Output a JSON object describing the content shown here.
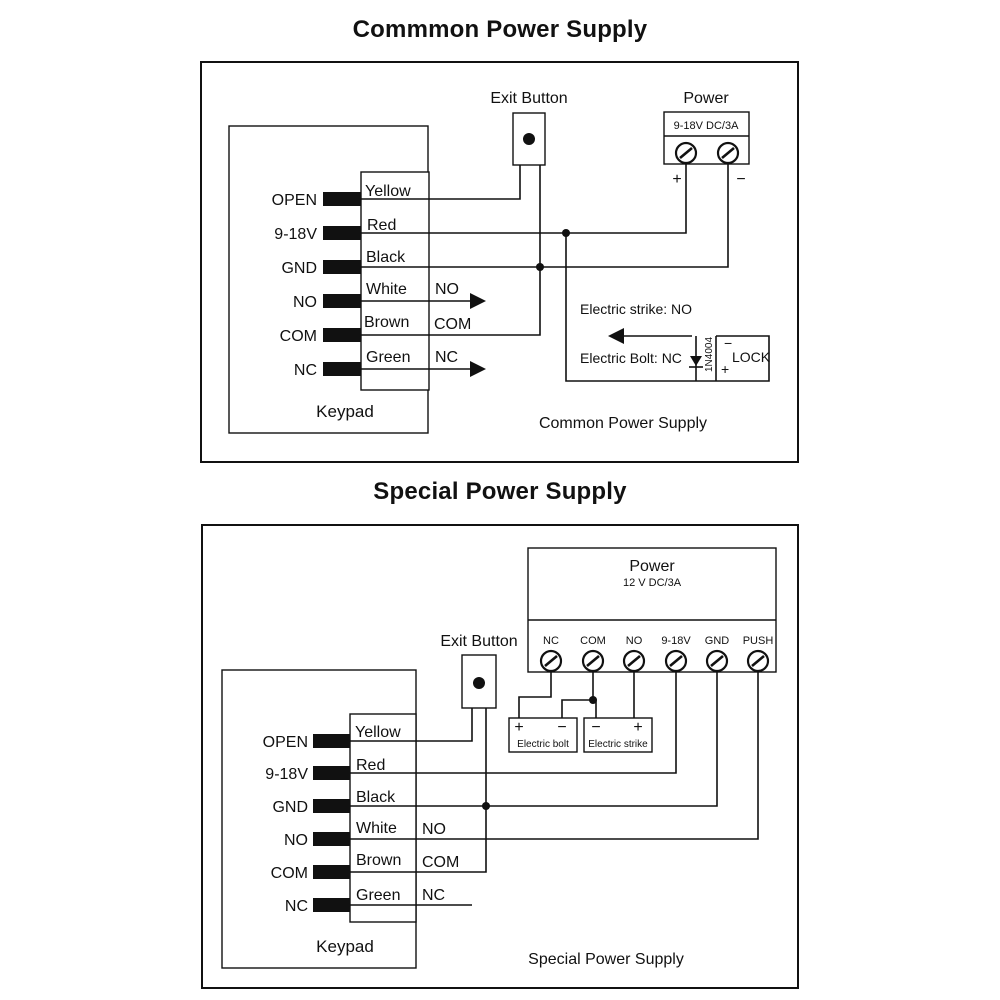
{
  "titles": {
    "top": "Commmon Power Supply",
    "bottom": "Special Power Supply"
  },
  "common": {
    "exit_button": "Exit Button",
    "power": {
      "title": "Power",
      "spec": "9-18V  DC/3A",
      "plus": "+",
      "minus": "−"
    },
    "keypad": {
      "label": "Keypad",
      "pins": [
        "OPEN",
        "9-18V",
        "GND",
        "NO",
        "COM",
        "NC"
      ],
      "wires": [
        "Yellow",
        "Red",
        "Black",
        "White",
        "Brown",
        "Green"
      ]
    },
    "outputs": {
      "no": "NO",
      "com": "COM",
      "nc": "NC"
    },
    "strike_note": "Electric strike: NO",
    "bolt_note": "Electric Bolt: NC",
    "diode": "1N4004",
    "lock": {
      "label": "LOCK",
      "minus": "−",
      "plus": "+"
    },
    "caption": "Common Power Supply"
  },
  "special": {
    "exit_button": "Exit Button",
    "power": {
      "title": "Power",
      "spec": "12 V  DC/3A",
      "terminals": [
        "NC",
        "COM",
        "NO",
        "9-18V",
        "GND",
        "PUSH"
      ]
    },
    "bolt": {
      "label": "Electric bolt",
      "plus": "+",
      "minus": "−"
    },
    "strike": {
      "label": "Electric strike",
      "minus": "−",
      "plus": "+"
    },
    "keypad": {
      "label": "Keypad",
      "pins": [
        "OPEN",
        "9-18V",
        "GND",
        "NO",
        "COM",
        "NC"
      ],
      "wires": [
        "Yellow",
        "Red",
        "Black",
        "White",
        "Brown",
        "Green"
      ]
    },
    "outputs": {
      "no": "NO",
      "com": "COM",
      "nc": "NC"
    },
    "caption": "Special Power Supply"
  }
}
